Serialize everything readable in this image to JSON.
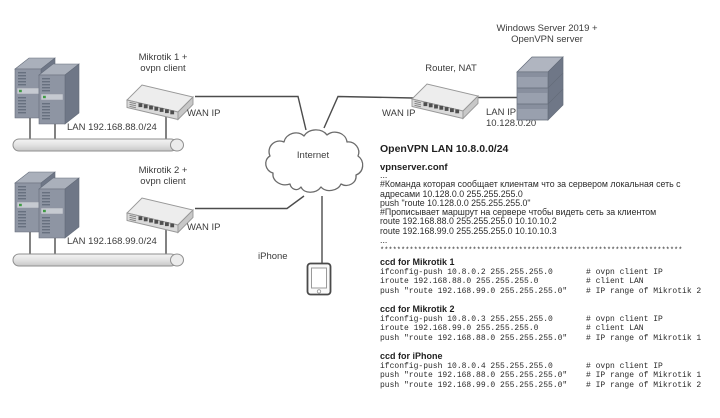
{
  "diagram": {
    "site1": {
      "name_line1": "Mikrotik 1 +",
      "name_line2": "ovpn client",
      "wan": "WAN IP",
      "lan": "LAN 192.168.88.0/24"
    },
    "site2": {
      "name_line1": "Mikrotik 2 +",
      "name_line2": "ovpn client",
      "wan": "WAN IP",
      "lan": "LAN 192.168.99.0/24"
    },
    "internet": "Internet",
    "iphone": "iPhone",
    "router": {
      "name": "Router, NAT",
      "wan": "WAN IP",
      "lan": "LAN IP",
      "lan_ip": "10.128.0.20"
    },
    "server": {
      "name_line1": "Windows Server 2019 +",
      "name_line2": "OpenVPN server"
    }
  },
  "config": {
    "lan_heading": "OpenVPN LAN 10.8.0.0/24",
    "file_name": "vpnserver.conf",
    "server_conf_lines": [
      "...",
      "#Команда которая сообщает клиентам что за сервером локальная сеть с",
      "адресами 10.128.0.0 255.255.255.0",
      "push \"route 10.128.0.0 255.255.255.0\"",
      "#Прописывает маршрут на сервере чтобы видеть сеть за клиентом",
      "route 192.168.88.0 255.255.255.0 10.10.10.2",
      "route 192.168.99.0 255.255.255.0 10.10.10.3",
      "..."
    ],
    "separator": "************************************************************************",
    "ccd_sections": [
      {
        "heading": "ccd for Mikrotik 1",
        "lines": [
          {
            "code": "ifconfig-push 10.8.0.2 255.255.255.0",
            "comment": "# ovpn client IP"
          },
          {
            "code": "iroute 192.168.88.0 255.255.255.0",
            "comment": "# client LAN"
          },
          {
            "code": "push \"route 192.168.99.0 255.255.255.0\"",
            "comment": "# IP range of Mikrotik 2"
          }
        ]
      },
      {
        "heading": "ccd for Mikrotik 2",
        "lines": [
          {
            "code": "ifconfig-push 10.8.0.3 255.255.255.0",
            "comment": "# ovpn client IP"
          },
          {
            "code": "iroute 192.168.99.0 255.255.255.0",
            "comment": "# client LAN"
          },
          {
            "code": "push \"route 192.168.88.0 255.255.255.0\"",
            "comment": "# IP range of Mikrotik 1"
          }
        ]
      },
      {
        "heading": "ccd for iPhone",
        "lines": [
          {
            "code": "ifconfig-push 10.8.0.4 255.255.255.0",
            "comment": "# ovpn client IP"
          },
          {
            "code": "push \"route 192.168.88.0 255.255.255.0\"",
            "comment": "# IP range of Mikrotik 1"
          },
          {
            "code": "push \"route 192.168.99.0 255.255.255.0\"",
            "comment": "# IP range of Mikrotik 2"
          }
        ]
      }
    ]
  },
  "colors": {
    "connector_line": "#4c4c4c",
    "tower_front": "#8e95a3",
    "tower_side": "#6f7787",
    "tower_top": "#aab0bb",
    "switch_top": "#ededed",
    "switch_front": "#dadada",
    "led_green": "#3f9b43",
    "text": "#3a3a3a"
  }
}
